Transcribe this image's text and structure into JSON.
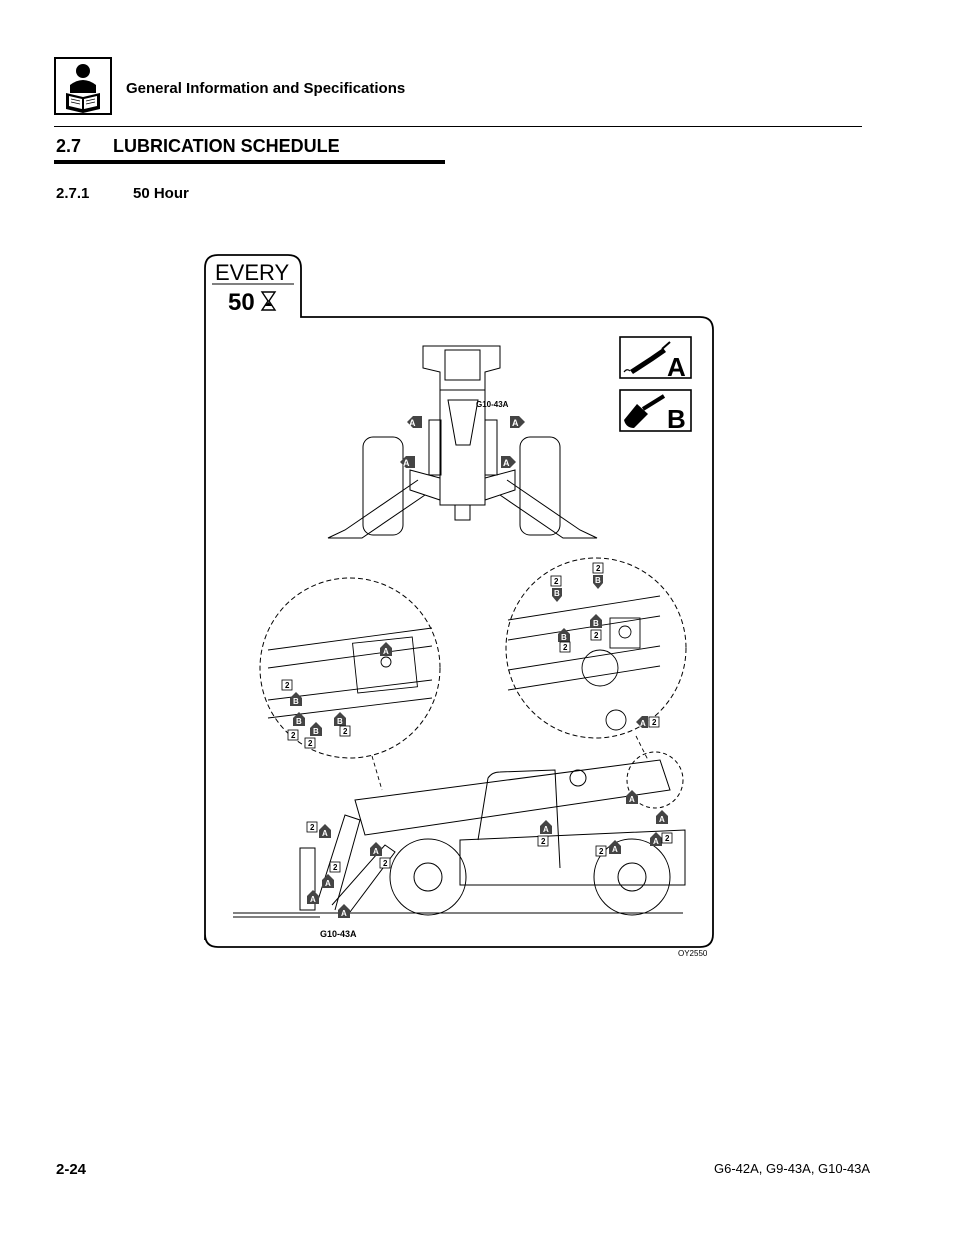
{
  "header": {
    "title": "General Information and Specifications"
  },
  "section": {
    "number": "2.7",
    "title": "LUBRICATION SCHEDULE"
  },
  "subsection": {
    "number": "2.7.1",
    "title": "50 Hour"
  },
  "figure": {
    "interval_word": "EVERY",
    "interval_value": "50",
    "legend": [
      {
        "letter": "A",
        "icon": "grease-gun-icon"
      },
      {
        "letter": "B",
        "icon": "paint-brush-icon"
      }
    ],
    "model_label_top": "G10-43A",
    "model_label_bottom": "G10-43A",
    "marker_a": "A",
    "marker_b": "B",
    "marker_2": "2",
    "figure_id": "OY2550"
  },
  "footer": {
    "page": "2-24",
    "models": "G6-42A, G9-43A, G10-43A"
  }
}
